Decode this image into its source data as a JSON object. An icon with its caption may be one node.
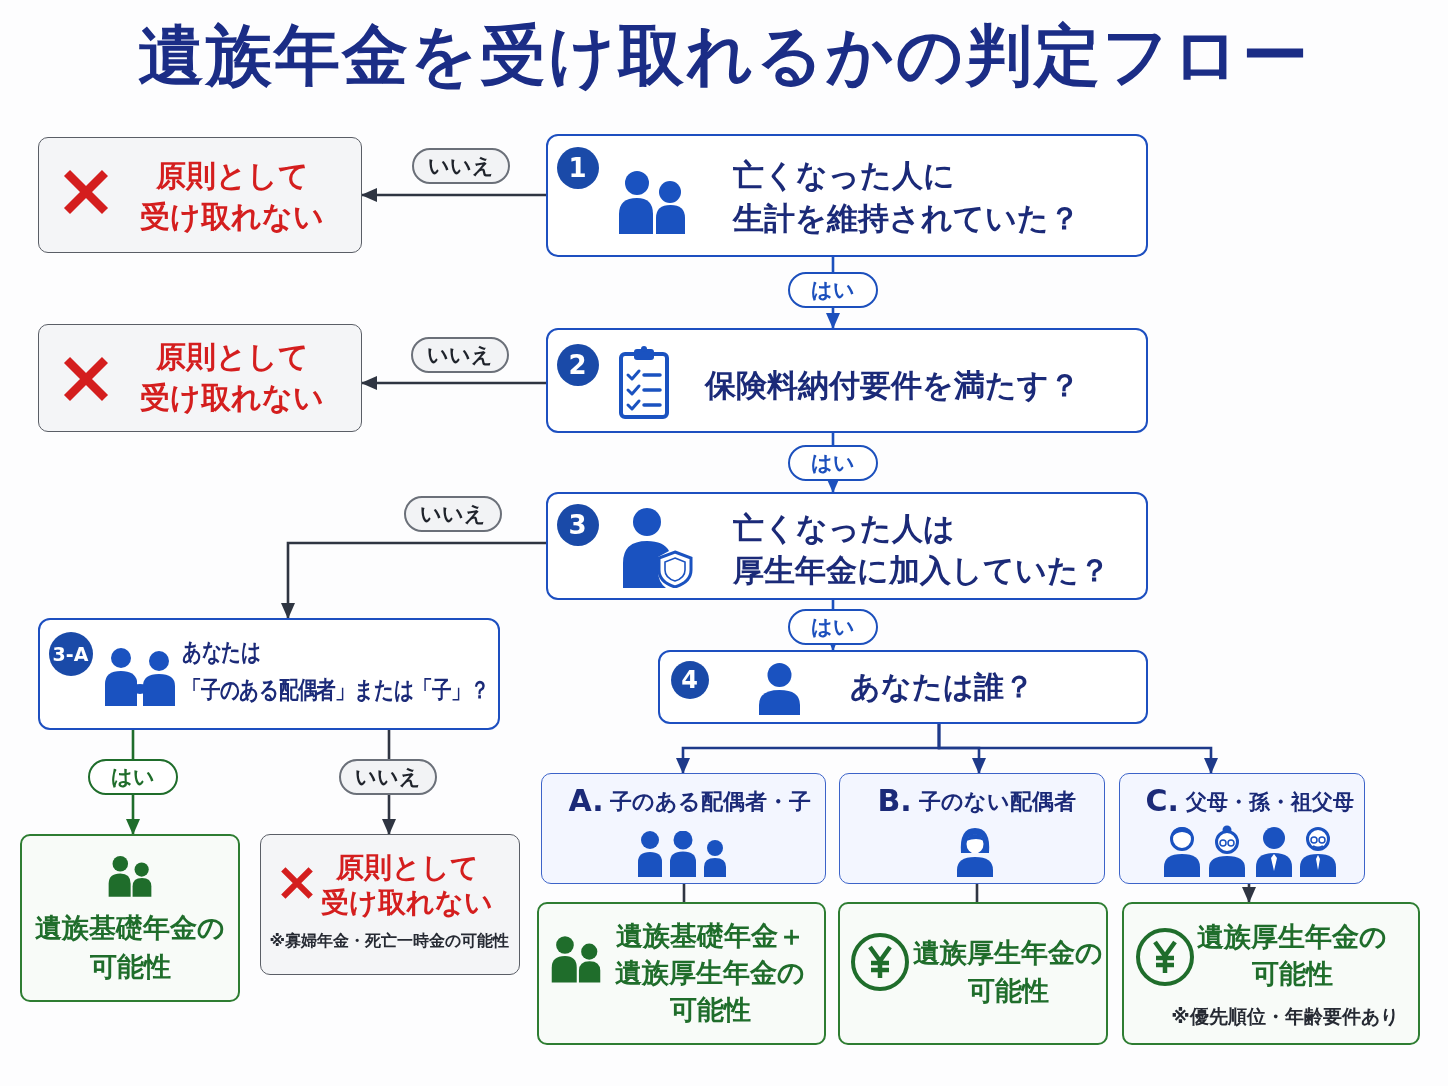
{
  "diagram": {
    "title": "遺族年金を受け取れるかの判定フロー",
    "nodes": [
      {
        "text": [
          "原則として受け取れない"
        ]
      },
      {
        "text": [
          "1",
          "亡くなった人に生計を維持されていた？"
        ]
      },
      {
        "text": [
          "原則として受け取れない"
        ]
      },
      {
        "text": [
          "2",
          "保険料納付要件を満たす？"
        ]
      },
      {
        "text": [
          "3",
          "亡くなった人は厚生年金に加入していた？"
        ]
      },
      {
        "text": [
          "3-A",
          "あなたは「子のある配偶者」または「子」？"
        ]
      },
      {
        "text": [
          "4",
          "あなたは誰？"
        ]
      },
      {
        "text": [
          "A.",
          "子のある配偶者・子"
        ]
      },
      {
        "text": [
          "B.",
          "子のない配偶者"
        ]
      },
      {
        "text": [
          "C.",
          "父母・孫・祖父母"
        ]
      },
      {
        "text": [
          "遺族基礎年金の可能性"
        ]
      },
      {
        "text": [
          "原則として受け取れない",
          "※寡婦年金・死亡一時金の可能性"
        ]
      },
      {
        "text": [
          "遺族基礎年金＋遺族厚生年金の可能性"
        ]
      },
      {
        "text": [
          "遺族厚生年金の可能性"
        ]
      },
      {
        "text": [
          "遺族厚生年金の可能性",
          "※優先順位・年齢要件あり"
        ]
      }
    ],
    "edges": [
      {
        "from": 1,
        "to": 0,
        "arrow": "to",
        "label": "いいえ"
      },
      {
        "from": 1,
        "to": 3,
        "arrow": "to",
        "label": "はい",
        "color": "#1c50bd"
      },
      {
        "from": 3,
        "to": 2,
        "arrow": "to",
        "label": "いいえ"
      },
      {
        "from": 3,
        "to": 4,
        "arrow": "to",
        "label": "はい",
        "color": "#1c50bd"
      },
      {
        "from": 4,
        "to": 5,
        "arrow": "to",
        "label": "いいえ"
      },
      {
        "from": 4,
        "to": 6,
        "arrow": "to",
        "label": "はい",
        "color": "#1c50bd"
      },
      {
        "from": 5,
        "to": 10,
        "arrow": "to",
        "label": "はい",
        "color": "#1f6d2b"
      },
      {
        "from": 5,
        "to": 11,
        "arrow": "to",
        "label": "いいえ"
      },
      {
        "from": 6,
        "to": 7,
        "arrow": "to",
        "color": "#1e3a8a"
      },
      {
        "from": 6,
        "to": 8,
        "arrow": "to",
        "color": "#1e3a8a"
      },
      {
        "from": 6,
        "to": 9,
        "arrow": "to",
        "color": "#1e3a8a"
      },
      {
        "from": 7,
        "to": 12,
        "arrow": "none"
      },
      {
        "from": 8,
        "to": 13,
        "arrow": "none"
      },
      {
        "from": 9,
        "to": 14,
        "arrow": "to"
      }
    ]
  }
}
